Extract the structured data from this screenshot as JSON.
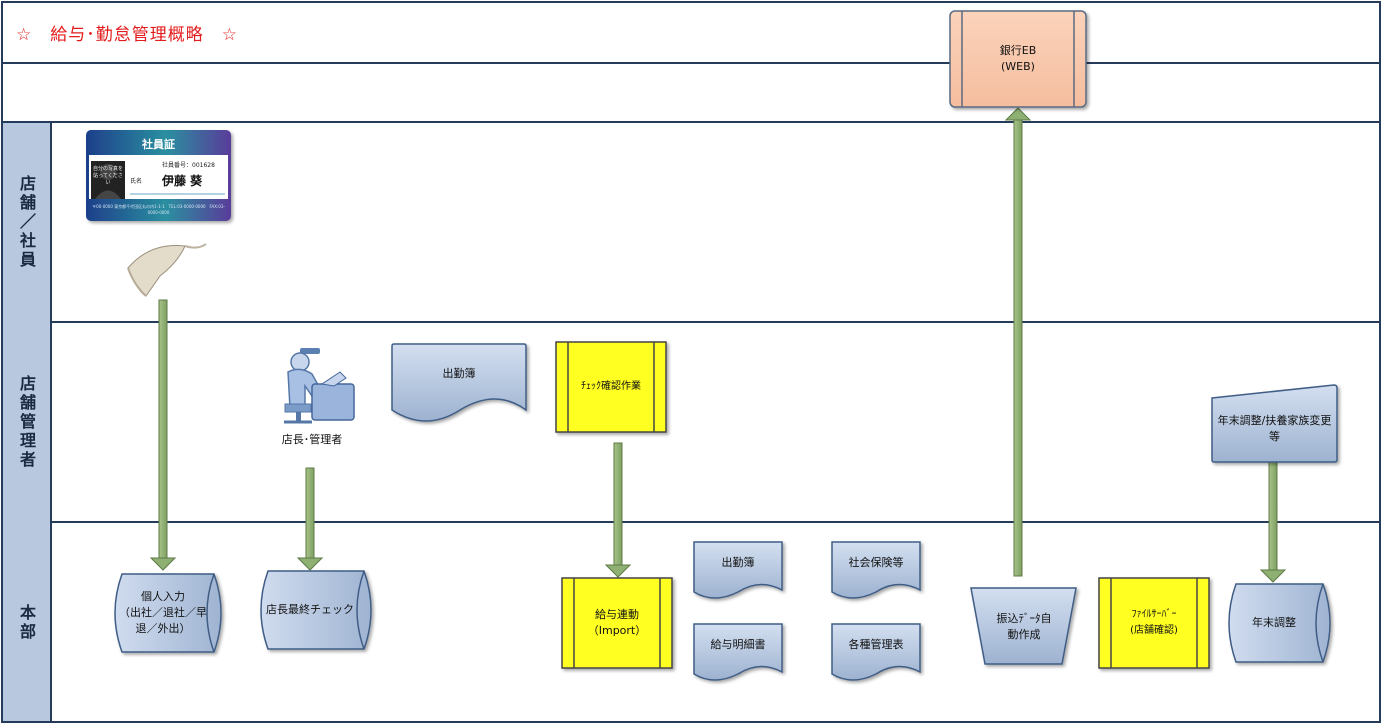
{
  "header": {
    "title": "☆　給与･勤怠管理概略　☆"
  },
  "lanes": [
    {
      "label": "店舗／社員"
    },
    {
      "label": "店舗管理者"
    },
    {
      "label": "本部"
    }
  ],
  "id_card": {
    "title": "社員証",
    "number_label": "社員番号：001628",
    "name_caption": "氏名",
    "name": "伊藤 葵",
    "photo_text": "自分の写真を貼ってください",
    "address": "〒00-0000 東京都千代田区丸の内1-1-1　TEL:03-0000-0000　FAX:03-0000-0000"
  },
  "manager": {
    "caption": "店長･管理者"
  },
  "nodes": {
    "bank": "銀行EB\n(WEB)",
    "attendance_store": "出勤簿",
    "check_work": "ﾁｪｯｸ確認作業",
    "year_end_input": "年末調整/扶養家族変更\n等",
    "personal_input": "個人入力\n（出社／退社／早\n退／外出）",
    "final_check": "店長最終チェック",
    "payroll_link": "給与連動\n（Import）",
    "attendance_hq": "出勤簿",
    "payslip": "給与明細書",
    "social_insurance": "社会保険等",
    "mgmt_tables": "各種管理表",
    "transfer_data": "振込ﾃﾞｰﾀ自\n動作成",
    "file_server": "ﾌｧｲﾙｻｰﾊﾞｰ\n(店舗確認)",
    "year_end": "年末調整"
  }
}
